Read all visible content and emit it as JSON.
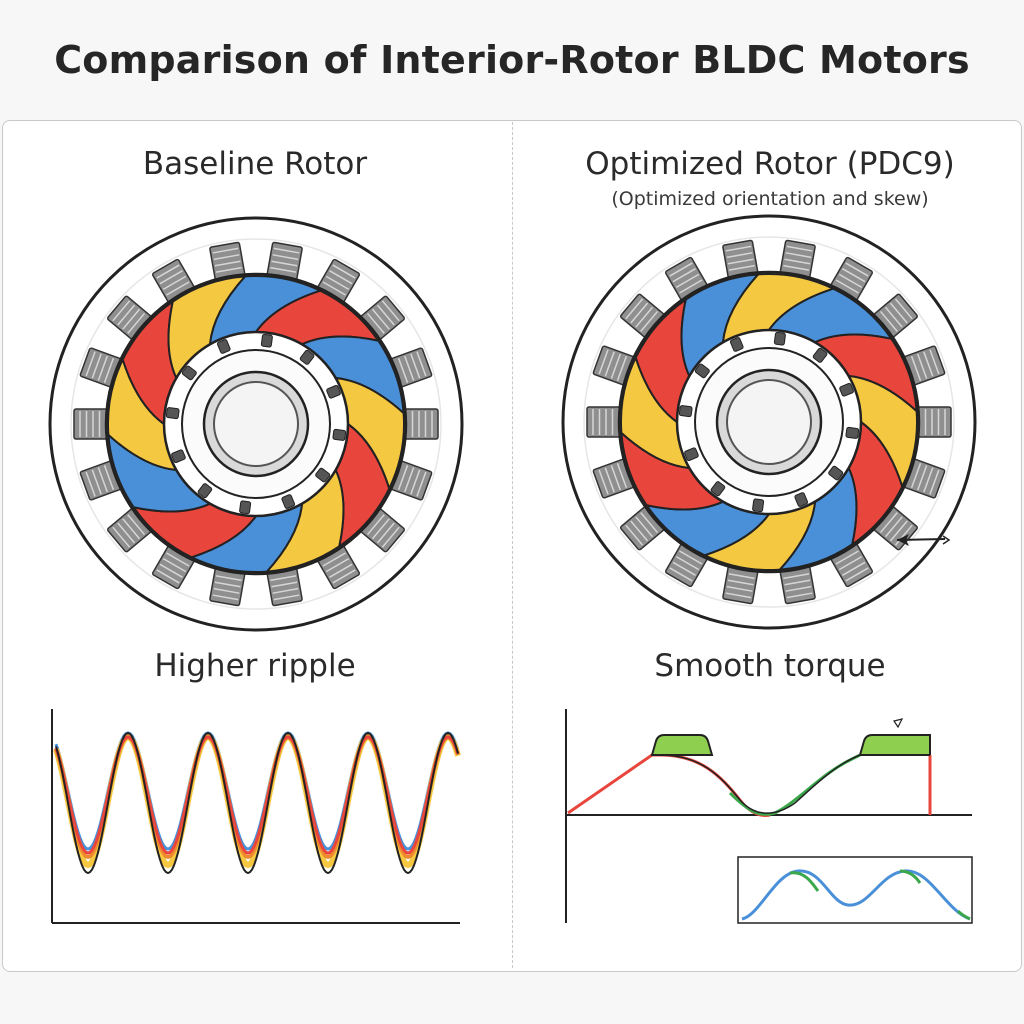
{
  "title": "Comparison of Interior-Rotor BLDC Motors",
  "left_panel": {
    "heading": "Baseline Rotor",
    "caption": "Higher ripple"
  },
  "right_panel": {
    "heading": "Optimized Rotor (PDC9)",
    "subheading": "(Optimized orientation and skew)",
    "caption": "Smooth torque"
  },
  "colors": {
    "red": "#e8453c",
    "yellow": "#f5c842",
    "blue": "#4a90d9",
    "green": "#8fcf4f",
    "stator_slot": "#8f8f8f"
  },
  "motor": {
    "stator_slots": 18,
    "rotor_segments": 12,
    "magnet_bumps": 12
  }
}
